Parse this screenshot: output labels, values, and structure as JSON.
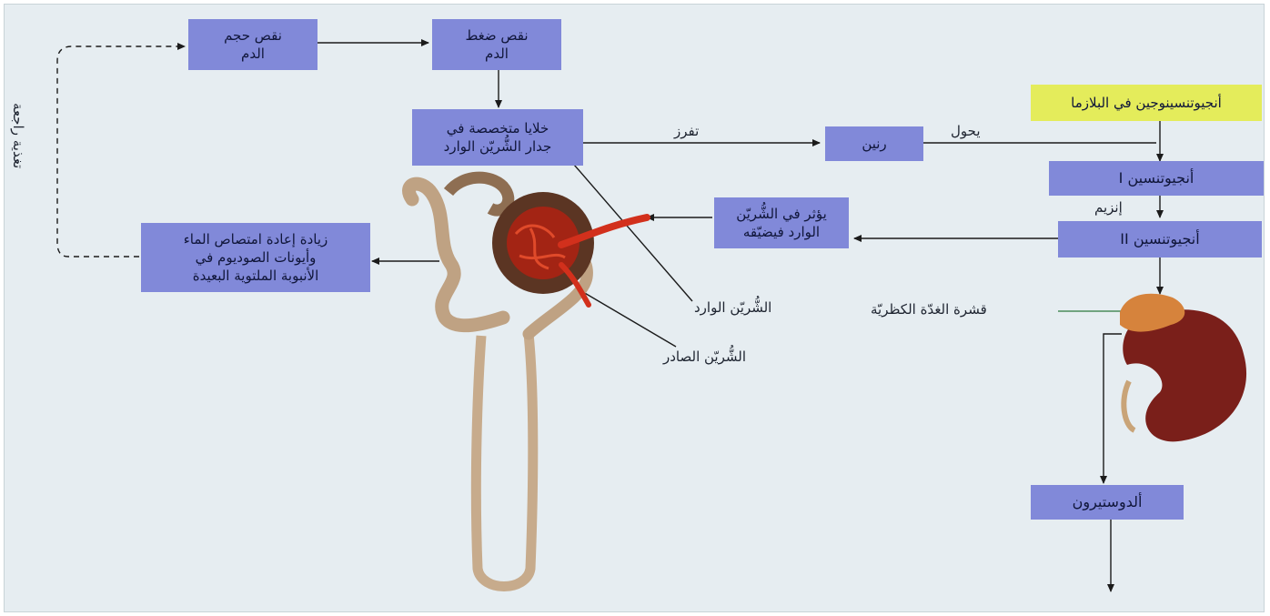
{
  "boxes": {
    "blood_volume_drop": "نقص حجم\nالدم",
    "blood_pressure_drop": "نقص ضغط\nالدم",
    "specialized_cells": "خلايا متخصصة في\nجدار الشُّريّن الوارد",
    "renin": "رنين",
    "angiotensinogen": "أنجيوتنسينوجين في البلازما",
    "angiotensin_1": "أنجيوتنسين I",
    "angiotensin_2": "أنجيوتنسين II",
    "afferent_effect": "يؤثر في الشُّريّن\nالوارد فيضيّقه",
    "reabsorption": "زيادة إعادة امتصاص الماء\nوأيونات الصوديوم في\nالأنبوبة الملتوية البعيدة",
    "aldosterone": "ألدوستيرون"
  },
  "labels": {
    "feedback": "تغذية راجعة",
    "secretes": "تفرز",
    "converts": "يحول",
    "enzyme": "إنزيم",
    "afferent_arteriole": "الشُّريّن الوارد",
    "efferent_arteriole": "الشُّريّن الصادر",
    "adrenal_cortex": "قشرة الغدّة الكظريّة"
  },
  "colors": {
    "box_blue": "#8189d9",
    "box_yellow": "#e4ec5b",
    "kidney": "#7a1f1a",
    "adrenal": "#d6833c",
    "tubule": "#c7a98a"
  }
}
